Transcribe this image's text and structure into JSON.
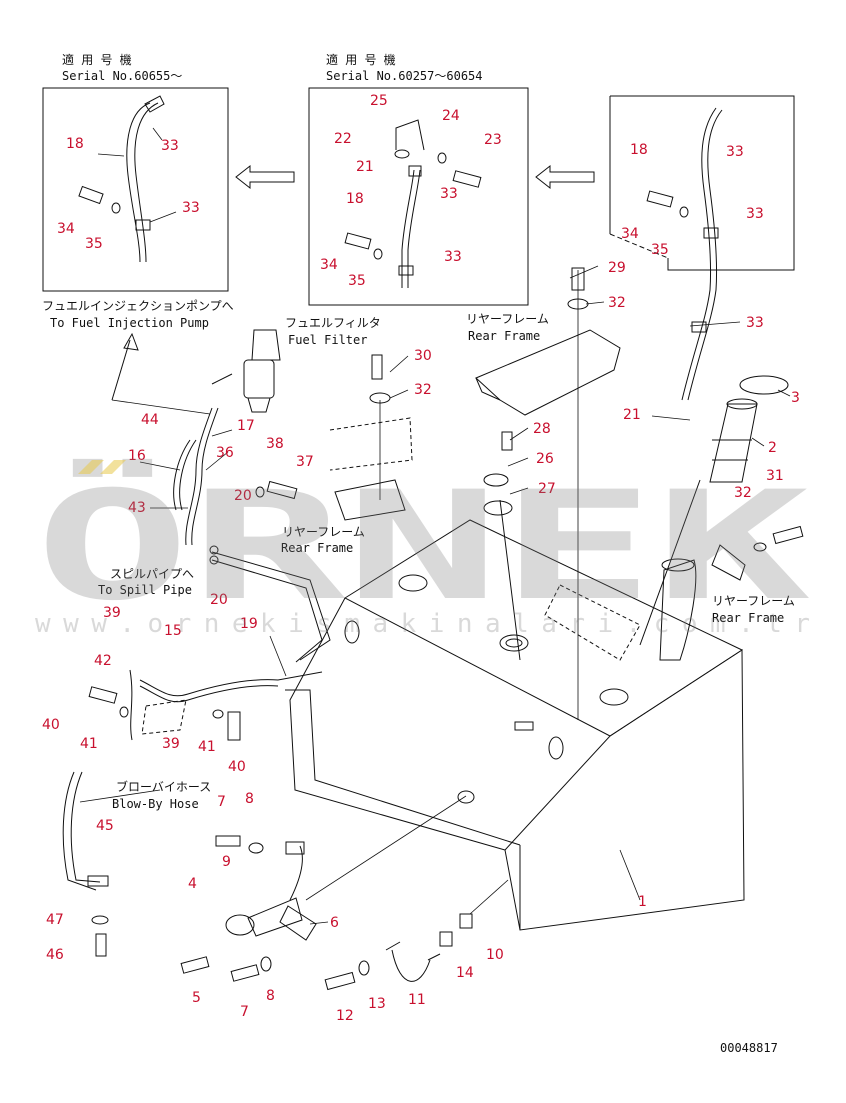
{
  "diagram": {
    "insets": [
      {
        "header_jp": "適 用 号 機",
        "header_en": "Serial No.60655〜"
      },
      {
        "header_jp": "適 用 号 機",
        "header_en": "Serial No.60257〜60654"
      }
    ],
    "annotations": {
      "fuel_injection_pump_jp": "フュエルインジェクションポンプへ",
      "fuel_injection_pump_en": "To Fuel Injection Pump",
      "fuel_filter_jp": "フュエルフィルタ",
      "fuel_filter_en": "Fuel Filter",
      "rear_frame_top_jp": "リヤーフレーム",
      "rear_frame_top_en": "Rear Frame",
      "rear_frame_mid_jp": "リヤーフレーム",
      "rear_frame_mid_en": "Rear Frame",
      "rear_frame_right_jp": "リヤーフレーム",
      "rear_frame_right_en": "Rear Frame",
      "spill_pipe_jp": "スピルパイプへ",
      "spill_pipe_en": "To Spill Pipe",
      "blow_by_hose_jp": "ブローバイホース",
      "blow_by_hose_en": "Blow-By Hose"
    },
    "part_numbers": {
      "i1_18": "18",
      "i1_33a": "33",
      "i1_34": "34",
      "i1_35": "35",
      "i1_33b": "33",
      "i2_25": "25",
      "i2_24": "24",
      "i2_22": "22",
      "i2_21": "21",
      "i2_23": "23",
      "i2_33a": "33",
      "i2_18": "18",
      "i2_34": "34",
      "i2_35": "35",
      "i2_33b": "33",
      "i3_18": "18",
      "i3_33a": "33",
      "i3_34": "34",
      "i3_35": "35",
      "i3_33b": "33",
      "p29": "29",
      "p32a": "32",
      "p33": "33",
      "p3": "3",
      "p21": "21",
      "p2": "2",
      "p31": "31",
      "p32b": "32",
      "p30": "30",
      "p32c": "32",
      "p28": "28",
      "p26": "26",
      "p27": "27",
      "p44": "44",
      "p17": "17",
      "p16": "16",
      "p36": "36",
      "p38": "38",
      "p37": "37",
      "p43": "43",
      "p20a": "20",
      "p20b": "20",
      "p39a": "39",
      "p15": "15",
      "p19": "19",
      "p42": "42",
      "p40a": "40",
      "p41a": "41",
      "p39b": "39",
      "p41b": "41",
      "p40b": "40",
      "p45": "45",
      "p47": "47",
      "p46": "46",
      "p7a": "7",
      "p8a": "8",
      "p9": "9",
      "p4": "4",
      "p6": "6",
      "p5": "5",
      "p7b": "7",
      "p8b": "8",
      "p1": "1",
      "p12": "12",
      "p13": "13",
      "p11": "11",
      "p14": "14",
      "p10": "10"
    },
    "watermark": {
      "brand": "ÖRNEK",
      "url": "www.ornekismakinalari.com.tr"
    },
    "drawing_code": "00048817"
  }
}
